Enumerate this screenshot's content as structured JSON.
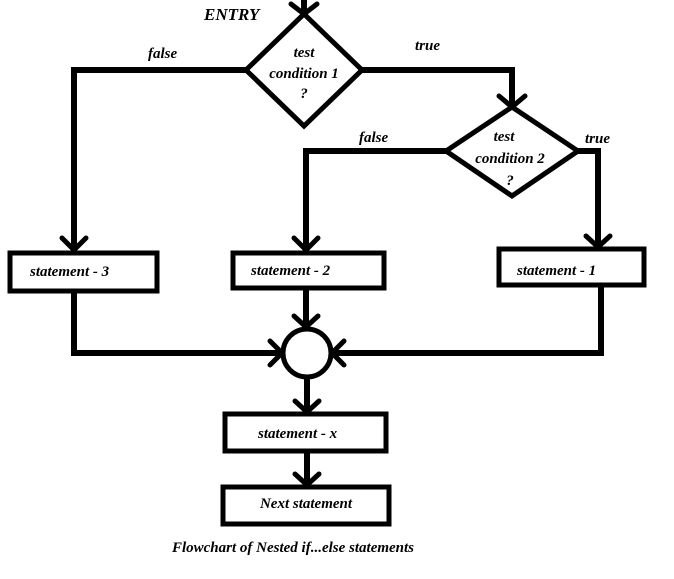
{
  "diagram": {
    "entry_label": "ENTRY",
    "decision1": {
      "line1": "test",
      "line2": "condition 1",
      "line3": "?"
    },
    "decision2": {
      "line1": "test",
      "line2": "condition 2",
      "line3": "?"
    },
    "d1_false": "false",
    "d1_true": "true",
    "d2_false": "false",
    "d2_true": "true",
    "statement3": "statement - 3",
    "statement2": "statement - 2",
    "statement1": "statement - 1",
    "statementx": "statement - x",
    "next": "Next statement",
    "caption": "Flowchart of Nested if...else statements"
  }
}
